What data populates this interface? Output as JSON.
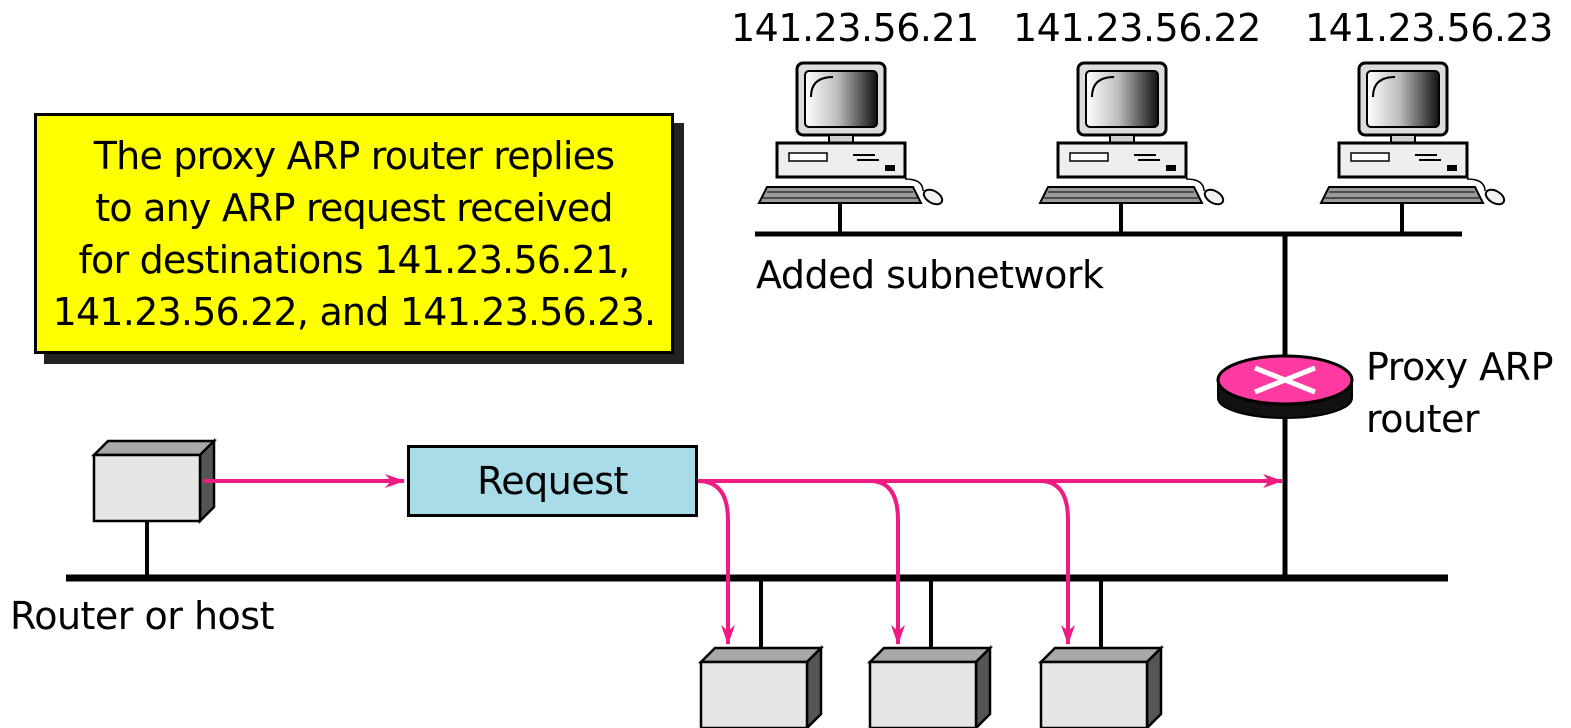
{
  "computers": [
    {
      "ip": "141.23.56.21"
    },
    {
      "ip": "141.23.56.22"
    },
    {
      "ip": "141.23.56.23"
    }
  ],
  "note": {
    "lines": [
      "The proxy ARP router replies",
      "to any ARP request received",
      "for destinations 141.23.56.21,",
      "141.23.56.22, and 141.23.56.23."
    ]
  },
  "labels": {
    "added_subnetwork": "Added subnetwork",
    "proxy_router_line1": "Proxy ARP",
    "proxy_router_line2": "router",
    "router_or_host": "Router or host",
    "request": "Request"
  },
  "colors": {
    "arrow": "#ee1c82",
    "router_body": "#ff3aa0",
    "note_fill": "#ffff00",
    "request_fill": "#a8dce9",
    "box_fill": "#e6e6e6",
    "box_dark": "#555555"
  }
}
